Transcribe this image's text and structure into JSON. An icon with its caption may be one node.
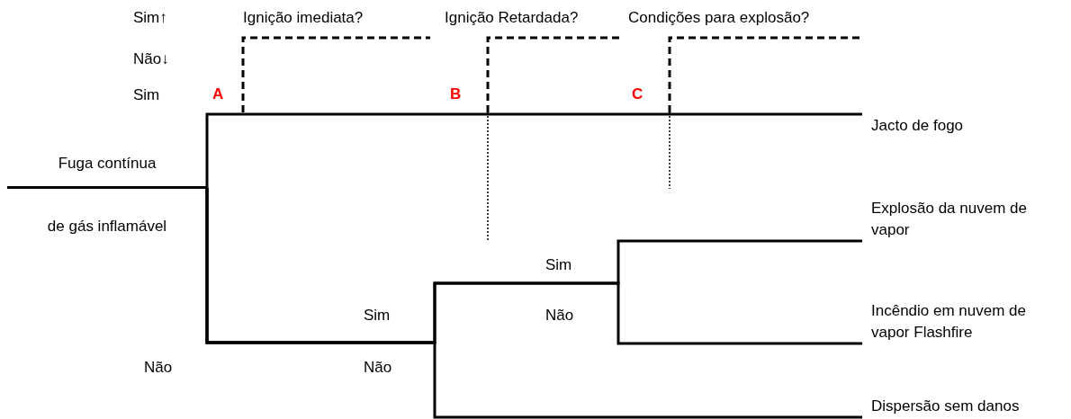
{
  "diagram": {
    "nodes": [
      {
        "text": [
          "Fuga contínua",
          "de gás inflamável"
        ]
      },
      {
        "text": [
          "Jacto de fogo"
        ]
      },
      {
        "text": [
          "Explosão da nuvem de vapor"
        ]
      },
      {
        "text": [
          "Incêndio em nuvem de vapor Flashfire"
        ]
      },
      {
        "text": [
          "Dispersão sem danos"
        ]
      }
    ],
    "edges": [
      {
        "from": 0,
        "to": 1,
        "arrow": "none"
      },
      {
        "from": 0,
        "to": 2,
        "arrow": "none"
      },
      {
        "from": 0,
        "to": 3,
        "arrow": "none"
      },
      {
        "from": 0,
        "to": 4,
        "arrow": "none"
      }
    ],
    "labels": [
      "Sim↑",
      "Ignição imediata?",
      "Ignição Retardada?",
      "Condições para explosão?",
      "Não↓",
      "Sim",
      "A",
      "B",
      "C",
      "Sim",
      "Sim",
      "Não",
      "Não",
      "Não"
    ]
  }
}
